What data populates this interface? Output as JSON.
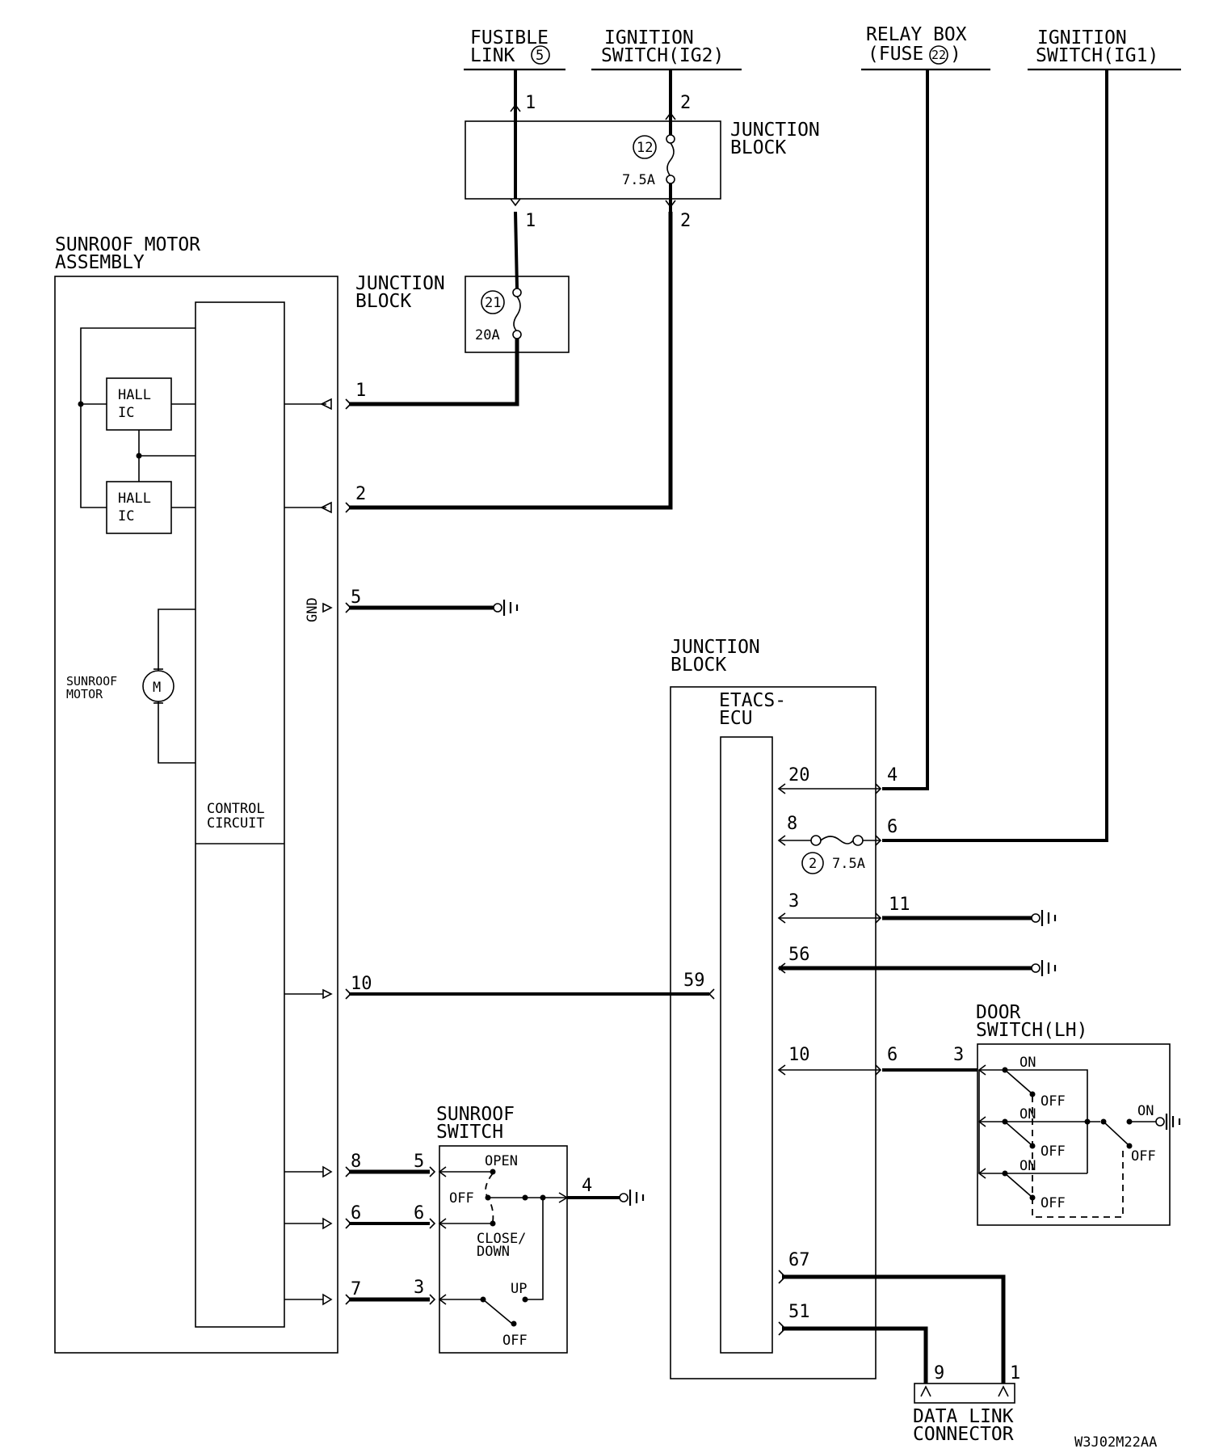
{
  "components": {
    "fusible_link": {
      "line1": "FUSIBLE",
      "line2": "LINK",
      "num": "5"
    },
    "ignition_ig2": {
      "line1": "IGNITION",
      "line2": "SWITCH(IG2)"
    },
    "relay_box": {
      "line1": "RELAY BOX",
      "line2": "(FUSE",
      "num": "22",
      "close": ")"
    },
    "ignition_ig1": {
      "line1": "IGNITION",
      "line2": "SWITCH(IG1)"
    },
    "junction_block_top": {
      "line1": "JUNCTION",
      "line2": "BLOCK",
      "fuse_num": "12",
      "rating": "7.5A"
    },
    "junction_block_mid": {
      "line1": "JUNCTION",
      "line2": "BLOCK",
      "fuse_num": "21",
      "rating": "20A"
    },
    "sunroof_motor_assembly": {
      "line1": "SUNROOF MOTOR",
      "line2": "ASSEMBLY"
    },
    "hall_ic_1": {
      "line1": "HALL",
      "line2": "IC"
    },
    "hall_ic_2": {
      "line1": "HALL",
      "line2": "IC"
    },
    "sunroof_motor": {
      "line1": "SUNROOF",
      "line2": "MOTOR",
      "symbol": "M"
    },
    "control_circuit": {
      "line1": "CONTROL",
      "line2": "CIRCUIT"
    },
    "gnd": "GND",
    "junction_block_etacs": {
      "line1": "JUNCTION",
      "line2": "BLOCK"
    },
    "etacs_ecu": {
      "line1": "ETACS-",
      "line2": "ECU",
      "fuse_num": "2",
      "rating": "7.5A"
    },
    "sunroof_switch": {
      "line1": "SUNROOF",
      "line2": "SWITCH",
      "open": "OPEN",
      "off": "OFF",
      "close1": "CLOSE/",
      "close2": "DOWN",
      "up": "UP",
      "off2": "OFF"
    },
    "door_switch": {
      "line1": "DOOR",
      "line2": "SWITCH(LH)",
      "on": "ON",
      "off": "OFF"
    },
    "data_link_connector": {
      "line1": "DATA LINK",
      "line2": "CONNECTOR"
    }
  },
  "pins": {
    "fl_top": "1",
    "ig2_top": "2",
    "fl_bot": "1",
    "ig2_bot": "2",
    "sm_1": "1",
    "sm_2": "2",
    "sm_5": "5",
    "sm_10": "10",
    "sm_8": "8",
    "sm_6": "6",
    "sm_7": "7",
    "ss_5": "5",
    "ss_6": "6",
    "ss_3": "3",
    "ss_4": "4",
    "ecu_20": "20",
    "ecu_8": "8",
    "ecu_3": "3",
    "ecu_56": "56",
    "ecu_59": "59",
    "ecu_10": "10",
    "ecu_67": "67",
    "ecu_51": "51",
    "jb_4": "4",
    "jb_6": "6",
    "jb_11": "11",
    "jb_6b": "6",
    "ds_3": "3",
    "dlc_9": "9",
    "dlc_1": "1"
  },
  "figure_code": "W3J02M22AA"
}
